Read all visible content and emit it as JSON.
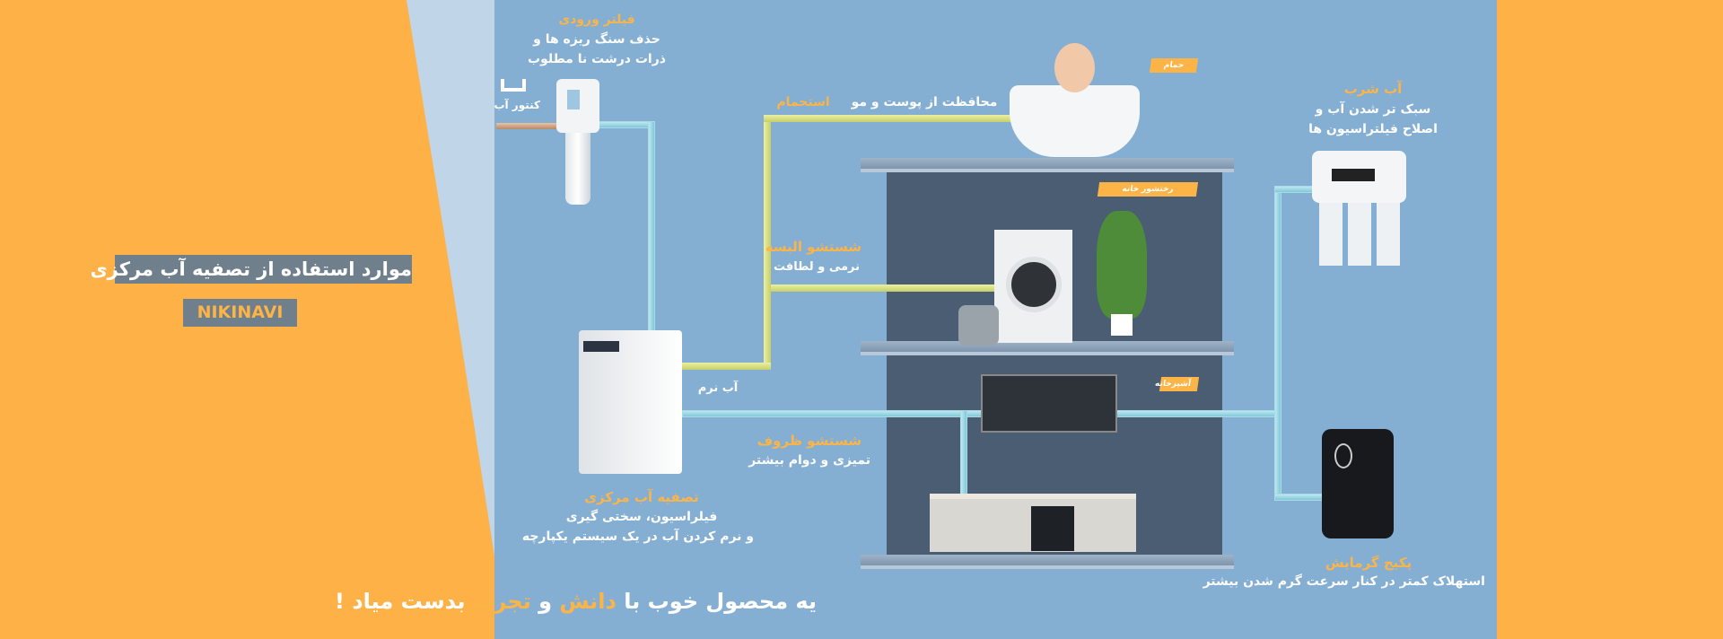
{
  "banner": {
    "title": "موارد استفاده از تصفیه آب مرکزی",
    "brand": "NIKINAVI",
    "slogan_part1": "یه محصول خوب با",
    "slogan_word1": "دانش",
    "slogan_and": "و",
    "slogan_word2": "تجربه",
    "slogan_part2": "بدست میاد !"
  },
  "labels": {
    "inlet_filter": {
      "title": "فیلتر ورودی",
      "line1": "حذف سنگ ریزه ها و",
      "line2": "ذرات درشت نا مطلوب"
    },
    "water_meter": "کنتور آب",
    "bathing": {
      "title": "استحمام",
      "desc": "محافظت از پوست و مو"
    },
    "bathroom_tag": "حمام",
    "laundry": {
      "title": "شستشو البسه",
      "desc": "نرمی و لطافت"
    },
    "laundry_tag": "رختشور خانه",
    "soft_water": "آب نرم",
    "dishwashing": {
      "title": "شستشو ظروف",
      "desc": "تمیزی و دوام بیشتر"
    },
    "kitchen_tag": "آشپزخانه",
    "central": {
      "title": "تصفیه آب مرکزی",
      "line1": "فیلراسیون، سختی گیری",
      "line2": "و نرم کردن آب در یک سیستم یکپارچه"
    },
    "drinking": {
      "title": "آب شرب",
      "line1": "سبک تر شدن آب و",
      "line2": "اصلاح فیلتراسیون ها"
    },
    "heating": {
      "title": "پکیج گرمایش",
      "desc": "استهلاک کمتر در کنار سرعت گرم شدن بیشتر"
    }
  },
  "colors": {
    "orange": "#fdb147",
    "blue": "#84afd3",
    "wall": "#4a5d73",
    "gray_box": "#6f7f8c"
  }
}
